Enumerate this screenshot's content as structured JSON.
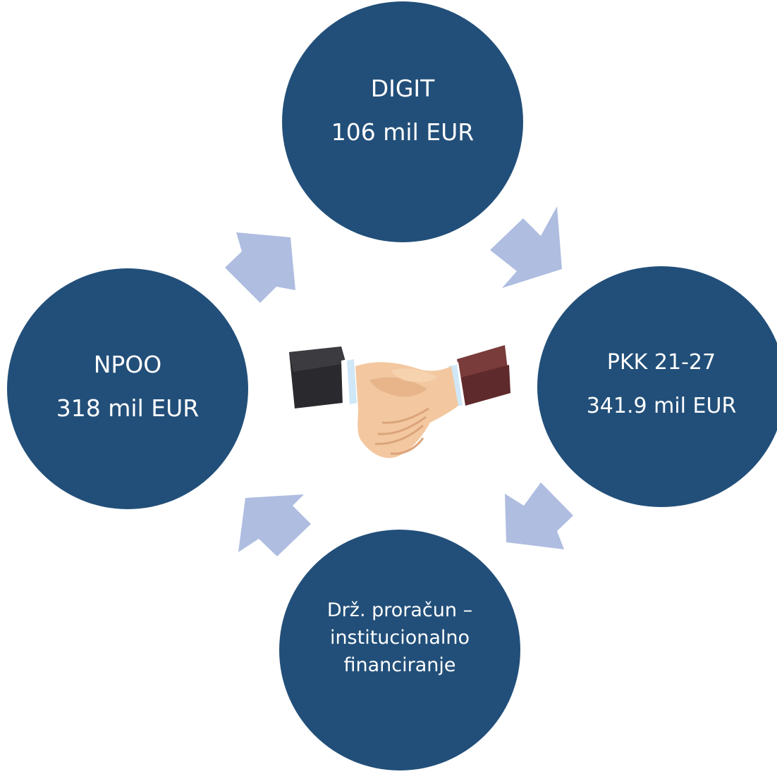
{
  "colors": {
    "node": "#224f79",
    "node_text": "#ffffff",
    "arrow": "#aebde0"
  },
  "center_icon": "handshake-icon",
  "nodes": {
    "top": {
      "line1": "DIGIT",
      "line2": "106 mil EUR"
    },
    "right": {
      "line1": "PKK 21-27",
      "line2": "341.9 mil EUR"
    },
    "bottom": {
      "line1": "Drž. proračun –",
      "line2": "institucionalno",
      "line3": "financiranje"
    },
    "left": {
      "line1": "NPOO",
      "line2": "318 mil EUR"
    }
  }
}
